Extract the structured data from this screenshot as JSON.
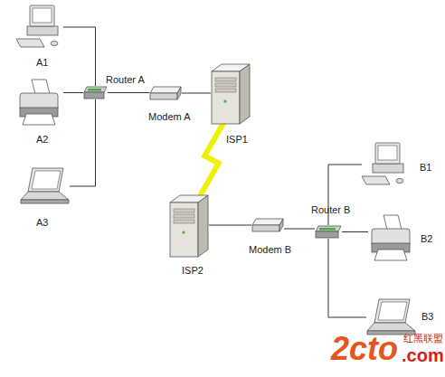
{
  "diagram": {
    "nodes": [
      {
        "text": [
          "A1"
        ]
      },
      {
        "text": [
          "A2"
        ]
      },
      {
        "text": [
          "A3"
        ]
      },
      {
        "text": [
          "Router A"
        ]
      },
      {
        "text": [
          "Modem A"
        ]
      },
      {
        "text": [
          "ISP1"
        ]
      },
      {
        "text": [
          "ISP2"
        ]
      },
      {
        "text": [
          "Modem B"
        ]
      },
      {
        "text": [
          "Router B"
        ]
      },
      {
        "text": [
          "B1"
        ]
      },
      {
        "text": [
          "B2"
        ]
      },
      {
        "text": [
          "B3"
        ]
      }
    ],
    "edges": [
      {
        "from": 0,
        "to": 3,
        "arrow": "none"
      },
      {
        "from": 1,
        "to": 3,
        "arrow": "none"
      },
      {
        "from": 2,
        "to": 3,
        "arrow": "none"
      },
      {
        "from": 3,
        "to": 4,
        "arrow": "none"
      },
      {
        "from": 4,
        "to": 5,
        "arrow": "none"
      },
      {
        "from": 5,
        "to": 6,
        "arrow": "none"
      },
      {
        "from": 6,
        "to": 7,
        "arrow": "none"
      },
      {
        "from": 7,
        "to": 8,
        "arrow": "none"
      },
      {
        "from": 8,
        "to": 9,
        "arrow": "none"
      },
      {
        "from": 8,
        "to": 10,
        "arrow": "none"
      },
      {
        "from": 8,
        "to": 11,
        "arrow": "none"
      }
    ],
    "labels": [
      "2cto",
      "红黑联盟",
      ".com"
    ]
  }
}
